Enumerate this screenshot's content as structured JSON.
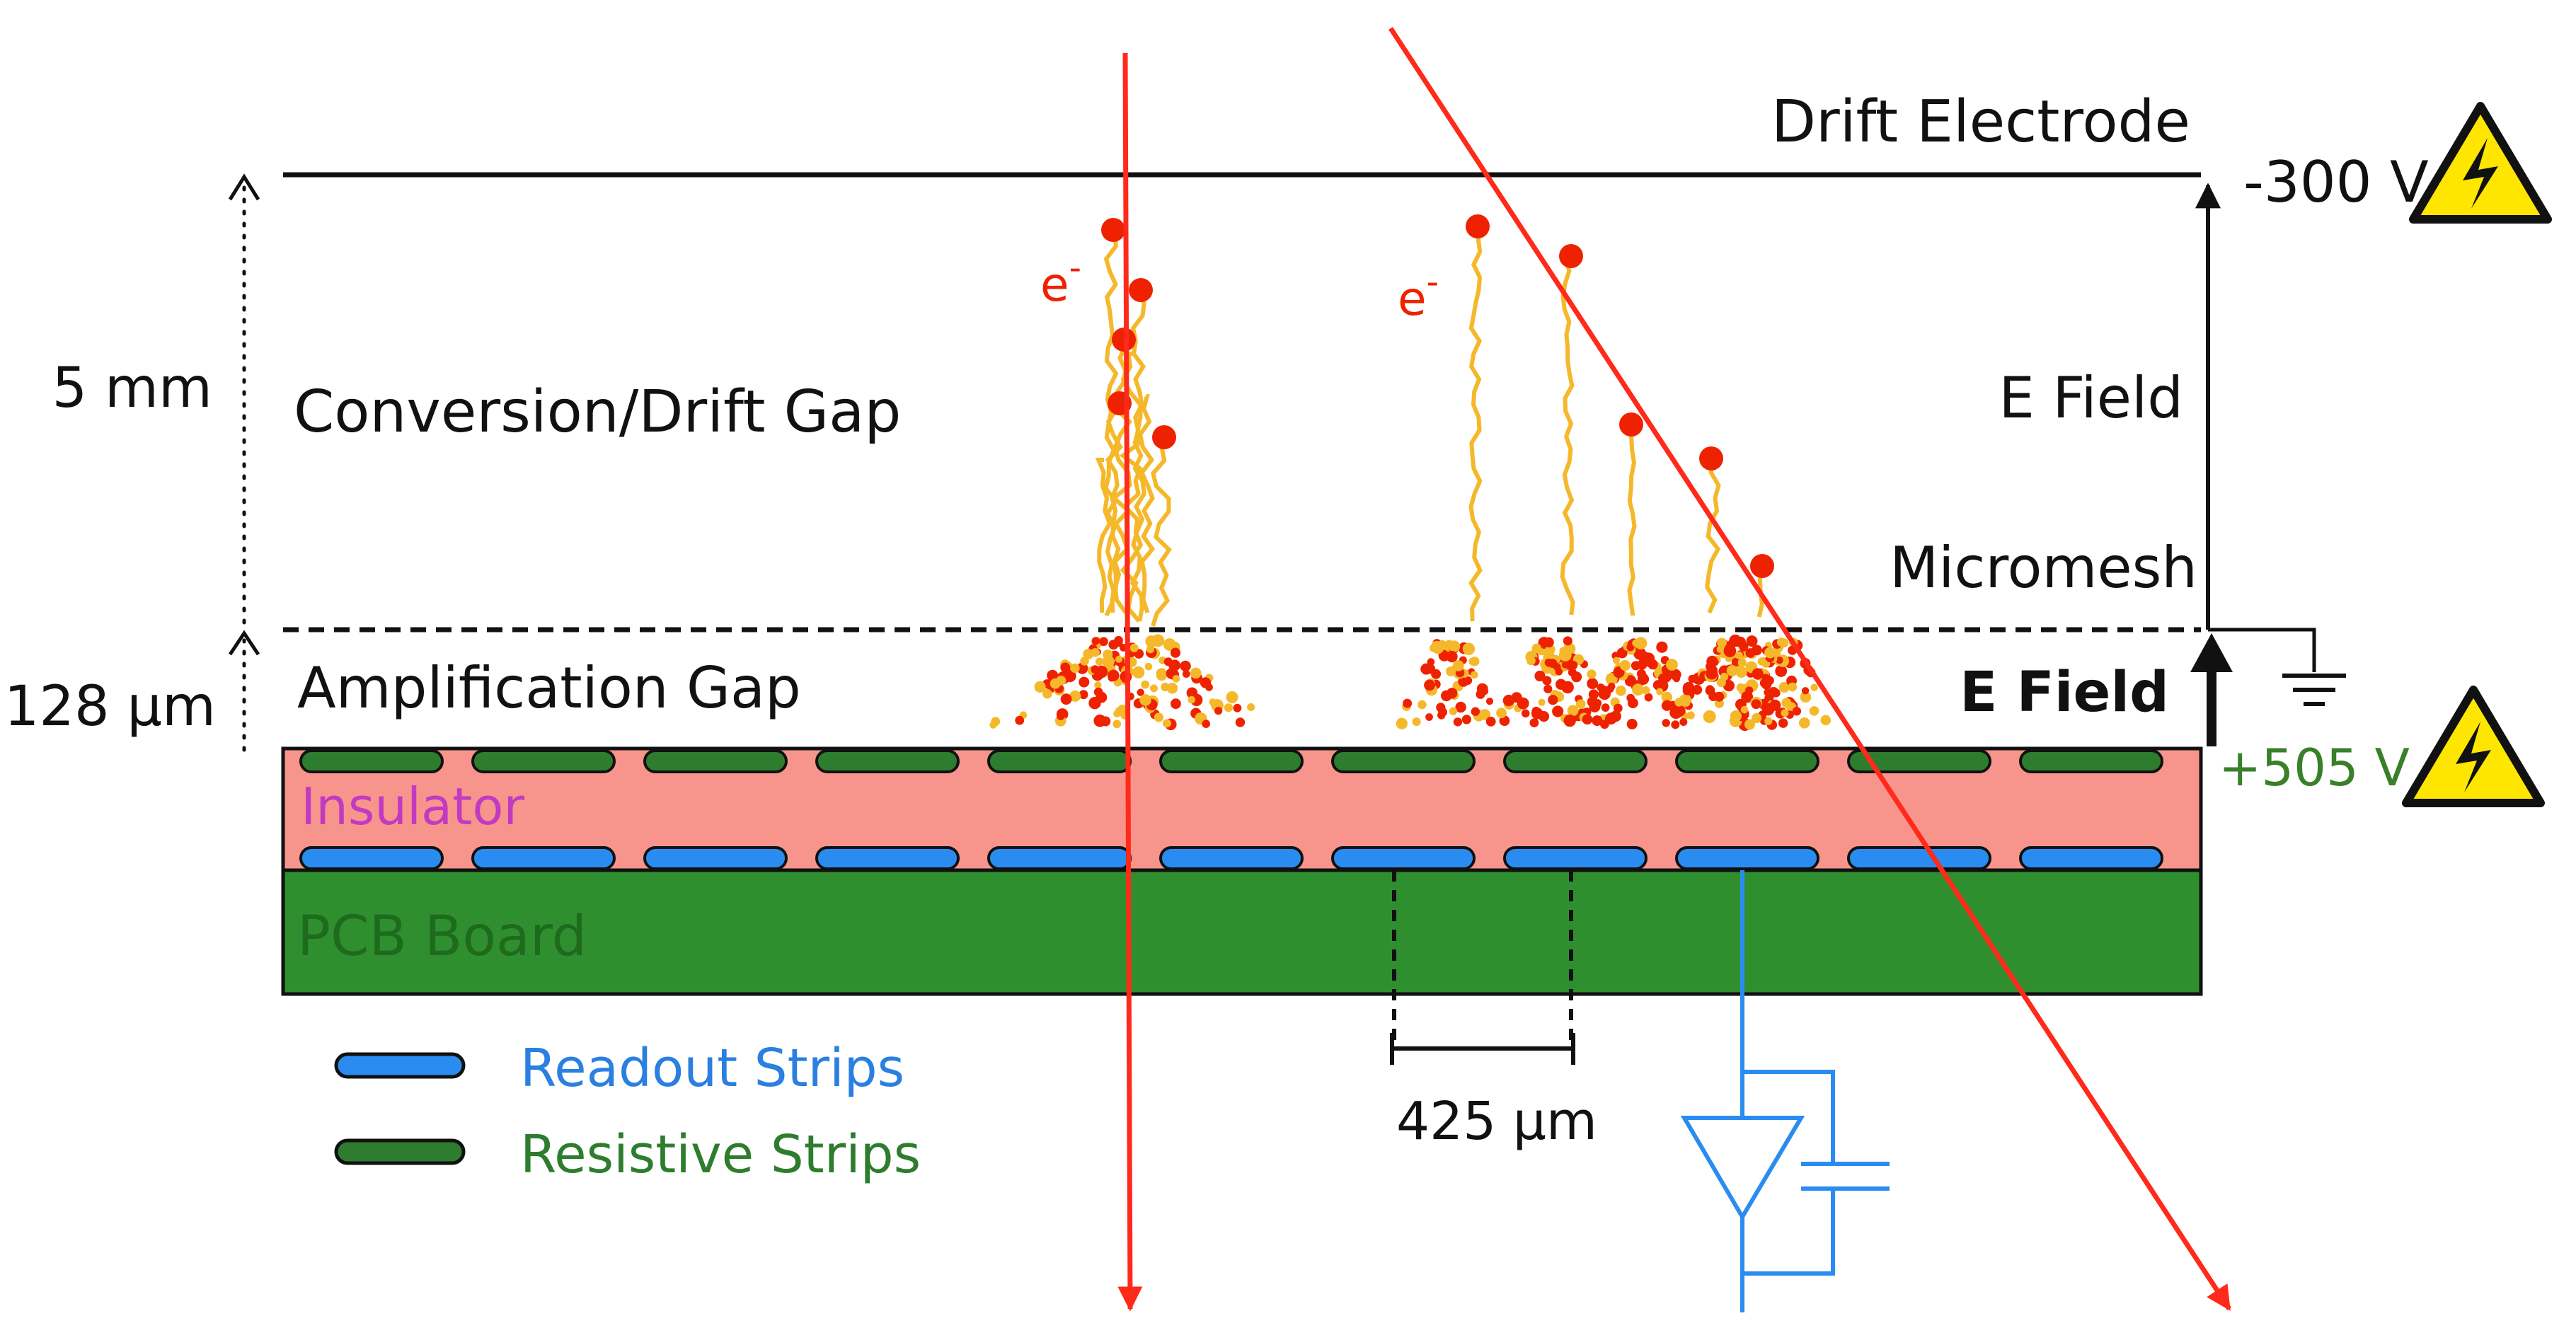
{
  "colors": {
    "particle_track": "#ff2a1a",
    "electron": "#ee2200",
    "drift_path": "#f5b82a",
    "insulator": "#f7958c",
    "pcb": "#2f8f2f",
    "pcb_text": "#1e6b1e",
    "readout_strip": "#2a8cf0",
    "resistive_strip": "#2e7d2e",
    "insulator_text": "#c23ac2",
    "positive_voltage": "#3a7f2a",
    "warning_yellow": "#ffe600",
    "circuit": "#2a8cf0"
  },
  "labels": {
    "drift_electrode": "Drift Electrode",
    "drift_voltage": "-300 V",
    "conversion_gap": "Conversion/Drift Gap",
    "gap_height": "5 mm",
    "electron_label": "e",
    "electron_charge": "-",
    "drift_field": "E Field",
    "micromesh": "Micromesh",
    "amplification_gap": "Amplification Gap",
    "amp_gap_height": "128 µm",
    "amp_field": "E Field",
    "strip_voltage": "+505 V",
    "insulator": "Insulator",
    "pcb_board": "PCB Board",
    "strip_pitch": "425 µm",
    "legend_readout": "Readout Strips",
    "legend_resistive": "Resistive Strips"
  },
  "icons": {
    "warning_top": "high-voltage-warning-icon",
    "warning_bottom": "high-voltage-warning-icon",
    "ground": "ground-symbol-icon",
    "amplifier": "amplifier-triangle-icon",
    "capacitor": "capacitor-icon"
  }
}
